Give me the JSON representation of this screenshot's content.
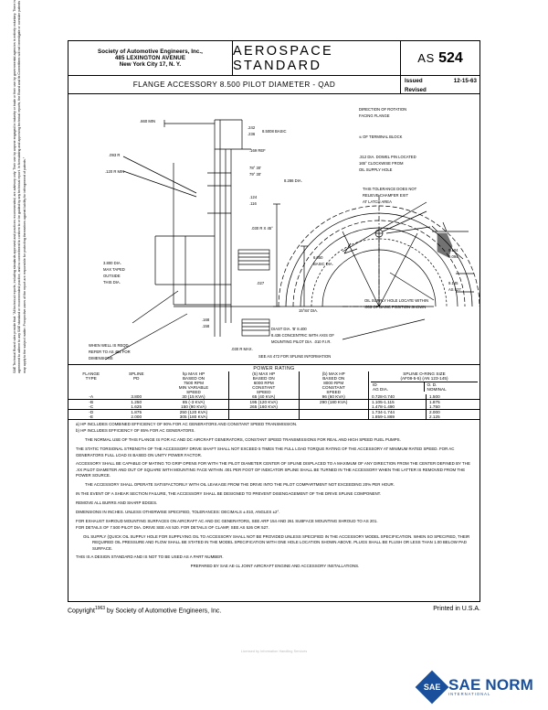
{
  "header": {
    "society_line1": "Society of Automotive Engineers, Inc.,",
    "society_line2": "485 LEXINGTON AVENUE",
    "society_line3": "New York City 17, N. Y.",
    "standard_type": "AEROSPACE STANDARD",
    "number_prefix": "AS",
    "number_value": "524",
    "doc_title": "FLANGE ACCESSORY 8.500 PILOT DIAMETER - QAD",
    "issued_label": "Issued",
    "issued_date": "12-15-63",
    "revised_label": "Revised",
    "revised_date": ""
  },
  "drawing": {
    "dims": [
      {
        "id": "d1",
        "text": ".660 MIN"
      },
      {
        "id": "d2",
        "text": ".093 R"
      },
      {
        "id": "d3",
        "text": ".120 R MIN"
      },
      {
        "id": "d4",
        "text": ".242\n.236"
      },
      {
        "id": "d5",
        "text": ".169 REF"
      },
      {
        "id": "d6",
        "text": "78° 30'\n79° 30'"
      },
      {
        "id": "d7",
        "text": ".124\n.116"
      },
      {
        "id": "d8",
        "text": ".030 R X 45°"
      },
      {
        "id": "d9",
        "text": "8.5008 BASIC"
      },
      {
        "id": "d10",
        "text": "8.286 DIA."
      },
      {
        "id": "d11",
        "text": "3.800 DIA.\nMAX TAPED\nOUTSIDE\nTHIS DIA."
      },
      {
        "id": "d12",
        "text": "6.050\nBASIC DIA."
      },
      {
        "id": "d13",
        "text": ".027"
      },
      {
        "id": "d14",
        "text": ".168\n.158"
      },
      {
        "id": "d15",
        "text": ".030 R MAX."
      },
      {
        "id": "d16",
        "text": "WHEN WELL IS REQD.\nREFER TO AS 481 FOR\nDIMENSIONS"
      },
      {
        "id": "d17",
        "text": "9.104\n9.094"
      },
      {
        "id": "d18",
        "text": "9.145\nAS 527"
      },
      {
        "id": "d19",
        "text": "15°84' DIA."
      }
    ],
    "leaders": [
      {
        "id": "n1",
        "text": "DIRECTION OF ROTATION\nFACING FLANGE"
      },
      {
        "id": "n2",
        "text": "℄ OF TERMINAL BLOCK"
      },
      {
        "id": "n3",
        "text": ".312 DIA. DOWEL PIN LOCATED\n165° CLOCKWISE FROM\nOIL SUPPLY HOLE"
      },
      {
        "id": "n4",
        "text": "THIS TOLERANCE DOES NOT\nRELIEVE CHAMFER EXIT\nAT LATCH AREA"
      },
      {
        "id": "n5",
        "text": "OIL SUPPLY HOLE LOCATE WITHIN\n.005 OF BASIC POSITION SHOWN"
      },
      {
        "id": "n6",
        "text": "DIAST DIA. 'B' 8.400\n8.436  CONCENTRIC WITH AXIS OF\nMOUNTING PILOT DIA. .010 F.I.R."
      },
      {
        "id": "n7",
        "text": "SEE AS 472 FOR SPLINE INFORMATION"
      }
    ]
  },
  "power_rating": {
    "title": "POWER RATING",
    "columns": [
      {
        "id": "flange",
        "lines": [
          "FLANGE",
          "TYPE"
        ]
      },
      {
        "id": "spline",
        "lines": [
          "SPLINE",
          "PD"
        ]
      },
      {
        "id": "hp1",
        "lines": [
          "hp MAX HP",
          "BASED ON",
          "7500 RPM",
          "MIN  VARIABLE",
          "SPEED"
        ]
      },
      {
        "id": "hp2",
        "lines": [
          "(5) MAX HP",
          "BASED ON",
          "6000 RPM",
          "CONSTANT",
          "SPEED"
        ]
      },
      {
        "id": "hp3",
        "lines": [
          "(b) MAX HP",
          "BASED ON",
          "8000 RPM",
          "CONSTANT",
          "SPEED"
        ]
      },
      {
        "id": "spline_dim_group",
        "lines": [
          "SPLINE O-RING SIZE",
          "(AF08-5-5)  (AN 123-145)"
        ]
      }
    ],
    "subcolumns": [
      {
        "id": "id_ag_dia",
        "lines": [
          "ID",
          "AG   DIA."
        ]
      },
      {
        "id": "od_nominal",
        "lines": [
          "O. D.",
          "NOMINAL"
        ]
      }
    ],
    "rows": [
      {
        "flange": "-A",
        "spline": "3.800",
        "hp1": "30 (15 KVA)",
        "hp2": "65 (40 KVA)",
        "hp3": "96 (60 KVA)",
        "id": "0.728-0.740",
        "od": "1.500"
      },
      {
        "flange": "-B",
        "spline": "1.250",
        "hp1": "85 (-3 KVA)",
        "hp2": "195 (120 KVA)",
        "hp3": "290 (180 KVA)",
        "id": "1.105-1.115",
        "od": "1.875"
      },
      {
        "flange": "-C",
        "spline": "1.625",
        "hp1": "150 (90 KVA)",
        "hp2": "265 (160 KVA)",
        "hp3": "",
        "id": "1.478-1.490",
        "od": "1.750"
      },
      {
        "flange": "-D",
        "spline": "1.875",
        "hp1": "250 (120 KVA)",
        "hp2": "",
        "hp3": "",
        "id": "1.734-1.744",
        "od": "2.000"
      },
      {
        "flange": "-E",
        "spline": "2.000",
        "hp1": "305 (180 KVA)",
        "hp2": "",
        "hp3": "",
        "id": "1.859-1.869",
        "od": "2.125"
      }
    ],
    "footnotes": [
      "a)  HP INCLUDES COMBINED EFFICIENCY OF 90% FOR AC GENERATORS AND CONSTANT SPEED TRANSMISSION.",
      "b)  HP INCLUDES EFFICIENCY OF 85% FOR AC GENERATORS."
    ]
  },
  "notes": [
    "THE NORMAL USE OF THIS FLANGE IS FOR AC AND DC AIRCRAFT GENERATORS, CONSTANT SPEED TRANSMISSIONS FOR REAL AND HIGH SPEED FUEL PUMPS.",
    "THE STATIC TORSIONAL STRENGTH OF THE ACCESSORY DRIVE SHAFT SHALL NOT EXCEED 5 TIMES THE FULL LOAD TORQUE RATING OF THE ACCESSORY AT MINIMUM RATED SPEED. FOR AC GENERATORS FULL LOAD IS BASED ON UNITY POWER FACTOR.",
    "ACCESSORY SHALL BE CAPABLE OF MATING TO GRIP OPENS FOR WITH THE PILOT DIAMETER CENTER OF SPLINE DISPLACED TO A MAXIMUM OF ANY DIRECTION FROM THE CENTER DEFINED BY THE .XX PILOT DIAMETER AND OUT OF SQUARE WITH MOUNTING FACE WITHIN .001 PER FOOT OF INDICATOR SPLINE SHALL BE TURNED IN THE ACCESSORY WHEN THE LATTER IS REMOVED FROM THE POWER SOURCE.",
    "THE ACCESSORY SHALL OPERATE SATISFACTORILY WITH OIL LEAKAGE FROM THE DRIVE INTO THE PILOT COMPARTMENT NOT EXCEEDING 20% PER HOUR.",
    "IN THE EVENT OF A SHEAR SECTION FAILURE, THE ACCESSORY SHALL BE DESIGNED TO PREVENT DISENGAGEMENT OF THE DRIVE SPLINE COMPONENT.",
    "REMOVE ALL BURRS AND SHARP EDGES.",
    "DIMENSIONS IN INCHES. UNLESS OTHERWISE SPECIFIED, TOLERANCES: DECIMALS ±.010, ANGLES ±2°.",
    "FOR EXHAUST SHROUD MOUNTING SURFACES ON AIRCRAFT AC AND DC GENERATORS, SEE ARP 154 AND 261 SUBFACE MOUNTING SHROUD TO AS 201.",
    "FOR DETAILS OF 7.500 PILOT DIA. DRIVE SEE AS 520. FOR DETAILS OF CLAMP, SEE AS 526 OR 527.",
    "OIL SUPPLY (QUICK OIL SUPPLY HOLE FOR SUPPLYING OIL TO ACCESSORY SHALL NOT BE PROVIDED UNLESS SPECIFIED IN THE ACCESSORY MODEL SPECIFICATION. WHEN SO SPECIFIED, THEIR REQUIRED OIL PRESSURE AND FLOW SHALL BE STATED IN THE MODEL SPECIFICATION WITH ONE HOLE LOCATION SHOWN ABOVE. PLUGS SHALL BE FLUSH OR LESS THAN 1.00 BELOW PAD SURFACE.",
    "THIS IS A DESIGN STANDARD AND IS NOT TO BE USED AS A PART NUMBER.",
    "PREPARED BY SAE AE-1L JOINT AIRCRAFT ENGINE AND ACCESSORY INSTALLATIONS."
  ],
  "side_disclaimer": "SAE Technical Board rules provide that: \"All technical reports, including standards approved and practices recommended, are advisory only. Their use by anyone engaged in industry or trade or their use by governmental agencies is entirely voluntary. There is no agreement to adhere to any SAE standard or recommended practice, and no commitment to conform to or be guided by any technical report. In formulating and approving technical reports, the Board and its Committees will not investigate or consider patents which may apply to the subject matter. Prospective users of the report are responsible for protecting themselves against liability for infringement of patents.\"",
  "footer": {
    "copyright_pre": "Copyright",
    "copyright_year": "1963",
    "copyright_post": "by Society of Automotive Engineers, Inc.",
    "printed": "Printed in U.S.A.",
    "faint_line": "Licensed by Information Handling Services",
    "logo_mark": "SAE",
    "logo_big": "SAE NORM",
    "logo_small": "INTERNATIONAL"
  }
}
